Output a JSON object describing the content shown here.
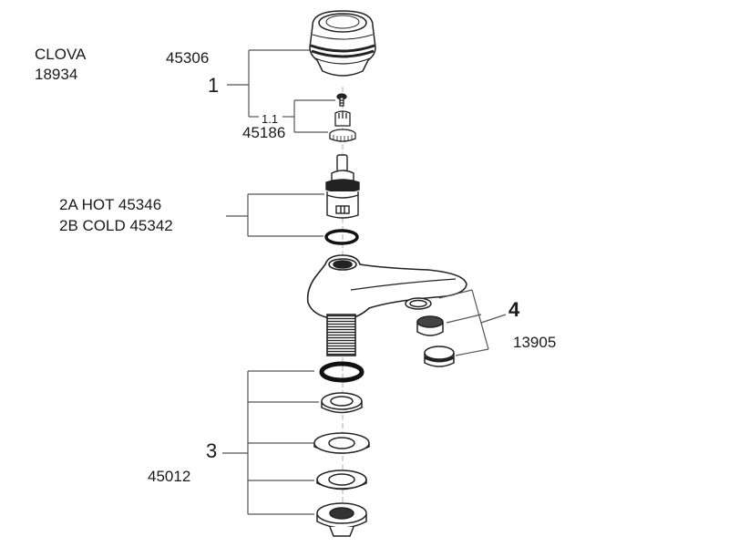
{
  "product": {
    "name": "CLOVA",
    "code": "18934"
  },
  "parts": {
    "p1": {
      "number": "1",
      "code_top": "45306",
      "sub_number": "1.1",
      "sub_code": "45186"
    },
    "p2": {
      "line_a": "2A HOT 45346",
      "line_b": "2B COLD 45342"
    },
    "p3": {
      "number": "3",
      "code": "45012"
    },
    "p4": {
      "number": "4",
      "code": "13905"
    }
  },
  "colors": {
    "line": "#222222",
    "leader": "#555555",
    "background": "#ffffff"
  }
}
